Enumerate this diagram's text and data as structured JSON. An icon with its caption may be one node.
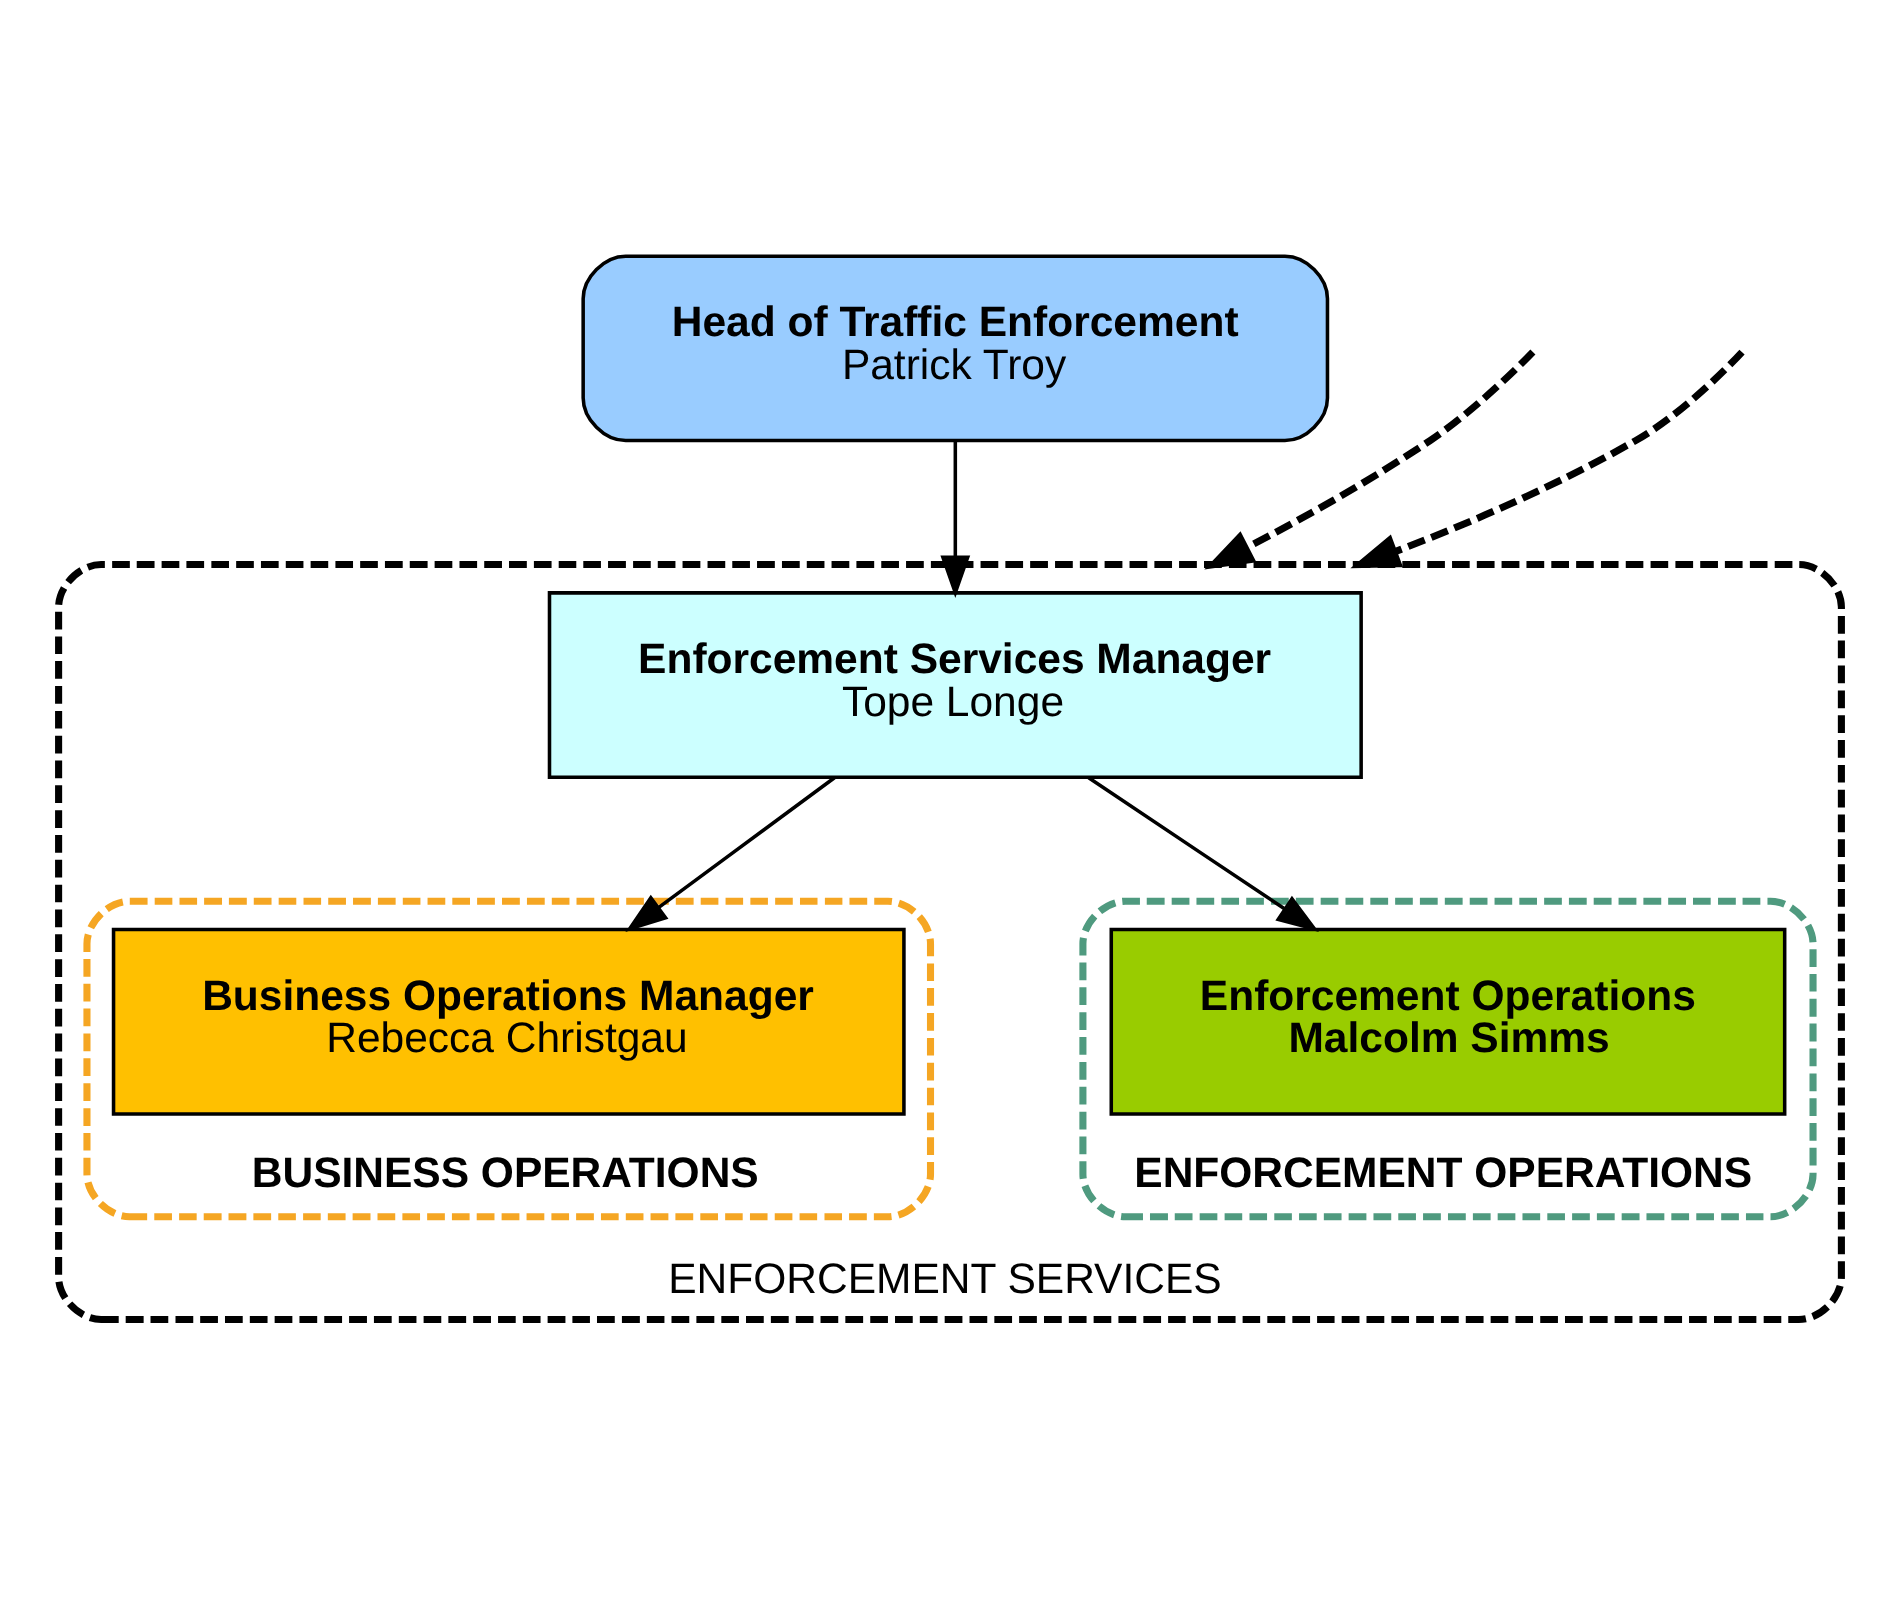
{
  "diagram": {
    "nodes": [
      {
        "text": [
          "Head of Traffic Enforcement",
          "Patrick Troy"
        ]
      },
      {
        "text": [
          "ENFORCEMENT SERVICES"
        ]
      },
      {
        "text": [
          "Enforcement Services Manager",
          "Tope Longe"
        ],
        "in": 1
      },
      {
        "text": [
          "BUSINESS OPERATIONS"
        ],
        "in": 1
      },
      {
        "text": [
          "Business Operations Manager",
          "Rebecca Christgau"
        ],
        "in": 3
      },
      {
        "text": [
          "ENFORCEMENT OPERATIONS"
        ],
        "in": 1
      },
      {
        "text": [
          "Enforcement Operations",
          "Malcolm Simms"
        ],
        "in": 5
      }
    ],
    "edges": [
      {
        "from": 0,
        "to": 2,
        "arrow": "to"
      },
      {
        "from": 2,
        "to": 4,
        "arrow": "to"
      },
      {
        "from": 2,
        "to": 6,
        "arrow": "to"
      },
      {
        "from": null,
        "to": 1,
        "arrow": "to",
        "style": "dashed"
      },
      {
        "from": null,
        "to": 1,
        "arrow": "to",
        "style": "dashed"
      }
    ]
  }
}
